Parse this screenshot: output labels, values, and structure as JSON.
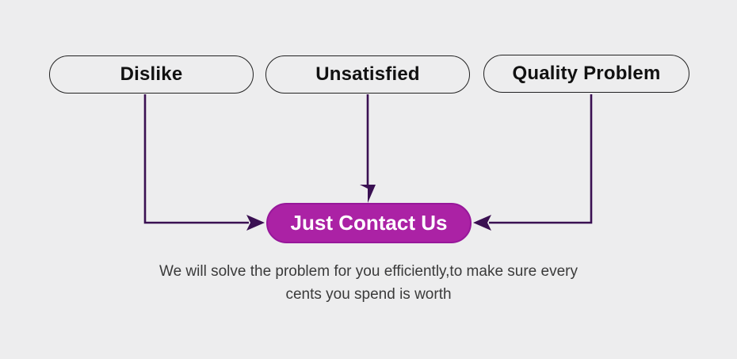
{
  "diagram": {
    "colors": {
      "background": "#ededee",
      "line": "#3a1052",
      "border": "#222222",
      "accent": "#ab22a5",
      "accent_border": "#97189a",
      "pill_text": "#111111",
      "target_text": "#ffffff",
      "caption": "#3a3a3a"
    },
    "sources": [
      {
        "label": "Dislike"
      },
      {
        "label": "Unsatisfied"
      },
      {
        "label": "Quality Problem"
      }
    ],
    "target": {
      "label": "Just Contact Us"
    },
    "caption": {
      "line1": "We will solve the problem for you efficiently,to make sure every",
      "line2": "cents you spend is worth"
    }
  }
}
